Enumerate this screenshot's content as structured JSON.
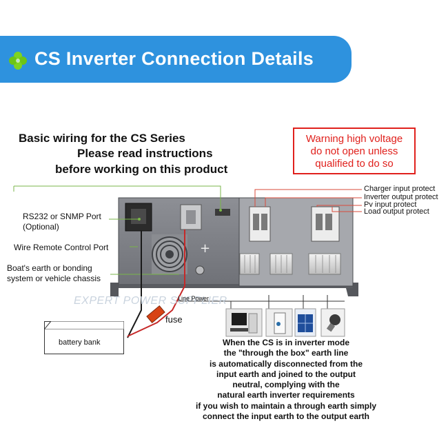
{
  "banner": {
    "title": "CS Inverter Connection Details",
    "color": "#2e92de"
  },
  "heading": {
    "line1": "Basic wiring for the CS Series",
    "line2": "Please read instructions",
    "line3": "before working on this product"
  },
  "warning": {
    "lines": [
      "Warning high voltage",
      "do not open unless",
      "qualified to do so"
    ],
    "color": "#e0201c"
  },
  "callouts_right": {
    "charger": "Charger input protect",
    "inverter": "Inverter output protect",
    "pv": "Pv input protect",
    "load": "Load output protect"
  },
  "callouts_left": {
    "rs232_line1": "RS232 or SNMP Port",
    "rs232_line2": "(Optional)",
    "remote": "Wire Remote Control Port",
    "earth_line1": "Boat's earth or bonding",
    "earth_line2": " system  or vehicle chassis"
  },
  "wiring": {
    "line_power": "Line Power",
    "fuse": "fuse",
    "battery": "battery bank"
  },
  "watermark": "EXPERT POWER SUPPLIER",
  "notes": [
    "When the CS is in inverter mode",
    "the  \"through the box\" earth line",
    "is automatically disconnected from the",
    "input earth and joined to the output",
    "neutral, complying with the",
    "natural earth inverter requirements",
    "if you wish to maintain a through earth simply",
    "connect the input earth to the output earth"
  ]
}
